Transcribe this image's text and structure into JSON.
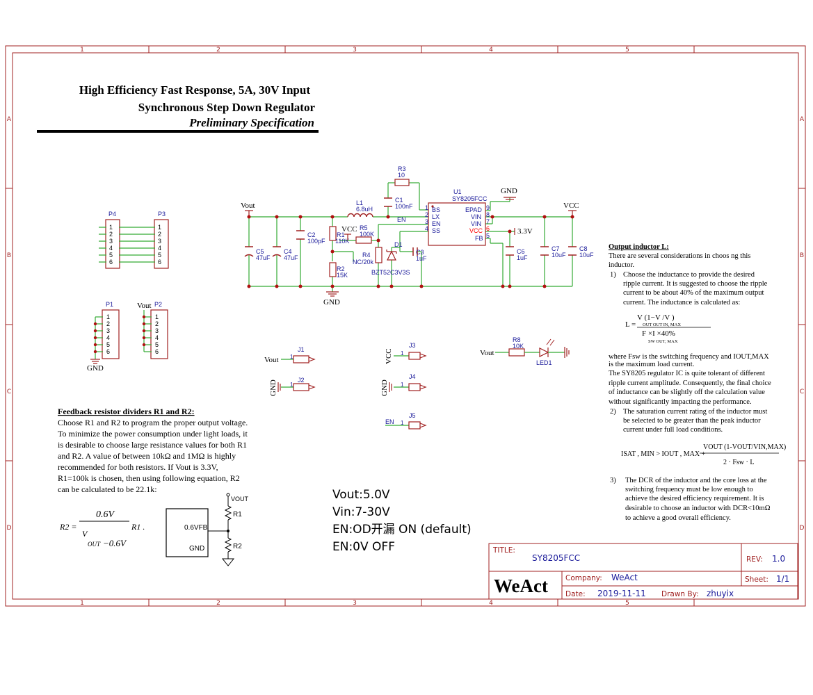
{
  "header": {
    "line1": "High Efficiency Fast Response,   5A, 30V Input",
    "line2": "Synchronous Step Down Regulator",
    "line3": "Preliminary Specification"
  },
  "frame": {
    "cols": [
      "1",
      "2",
      "3",
      "4",
      "5"
    ],
    "rows": [
      "A",
      "B",
      "C",
      "D"
    ]
  },
  "components": {
    "u1": {
      "ref": "U1",
      "value": "SY8205FCC",
      "pins_left": [
        "1 BS",
        "2 LX",
        "3 EN",
        "4 SS"
      ],
      "pins_right": [
        "EPAD 9",
        "VIN 8",
        "VIN 7",
        "VCC 6",
        "FB 5"
      ]
    },
    "r3": {
      "ref": "R3",
      "value": "10"
    },
    "c1": {
      "ref": "C1",
      "value": "100nF"
    },
    "l1": {
      "ref": "L1",
      "value": "6.8uH"
    },
    "r1": {
      "ref": "R1",
      "value": "110K"
    },
    "r2": {
      "ref": "R2",
      "value": "15K"
    },
    "r5": {
      "ref": "R5",
      "value": "100K"
    },
    "r4": {
      "ref": "R4",
      "value": "NC/20k"
    },
    "d1": {
      "ref": "D1",
      "value": "BZT52C3V3S"
    },
    "c2": {
      "ref": "C2",
      "value": "100pF"
    },
    "c3": {
      "ref": "C3",
      "value": "1uF"
    },
    "c4": {
      "ref": "C4",
      "value": "47uF"
    },
    "c5": {
      "ref": "C5",
      "value": "47uF"
    },
    "c6": {
      "ref": "C6",
      "value": "1uF"
    },
    "c7": {
      "ref": "C7",
      "value": "10uF"
    },
    "c8": {
      "ref": "C8",
      "value": "10uF"
    },
    "r8": {
      "ref": "R8",
      "value": "10K"
    },
    "led1": {
      "ref": "LED1"
    },
    "p1": {
      "ref": "P1"
    },
    "p2": {
      "ref": "P2"
    },
    "p3": {
      "ref": "P3"
    },
    "p4": {
      "ref": "P4"
    },
    "j1": {
      "ref": "J1"
    },
    "j2": {
      "ref": "J2"
    },
    "j3": {
      "ref": "J3"
    },
    "j4": {
      "ref": "J4"
    },
    "j5": {
      "ref": "J5"
    }
  },
  "nets": {
    "vout": "Vout",
    "vcc": "VCC",
    "gnd": "GND",
    "en": "EN",
    "v33": "3.3V"
  },
  "pin_numbers": [
    "1",
    "2",
    "3",
    "4",
    "5",
    "6"
  ],
  "notes": {
    "specs": [
      "Vout:5.0V",
      "Vin:7-30V",
      "EN:OD开漏 ON (default)",
      "EN:0V OFF"
    ]
  },
  "feedback": {
    "title": "Feedback resistor dividers R1 and R2:",
    "lines": [
      "Choose R1 and R2 to program the proper output voltage.",
      "To minimize the power consumption under light loads, it",
      "is desirable to choose large resistance values for both R1",
      "and R2. A value of between 10kΩ and 1MΩ is highly",
      "recommended for both resistors. If Vout is 3.3V,",
      "R1=100k is chosen, then using following equation, R2",
      "can be calculated to be 22.1k:"
    ],
    "eq_r2": "R2 =",
    "eq_num": "0.6V",
    "eq_den_v": "V",
    "eq_den_out": "OUT",
    "eq_den_rest": "−0.6V",
    "eq_r1": "R1 .",
    "box_fb": "0.6VFB",
    "box_gnd": "GND",
    "vout_label": "VOUT",
    "r1_label": "R1",
    "r2_label": "R2"
  },
  "inductor": {
    "title": "Output inductor L:",
    "intro1": "There are several considerations in choos ng this",
    "intro2": "inductor.",
    "p1_num": "1)",
    "p1_lines": [
      "Choose the inductance to provide the desired",
      "ripple current. It is suggested to choose the ripple",
      "current to be about 40% of the maximum output",
      "current. The inductance is calculated as:"
    ],
    "eq1_l": "L =",
    "eq1_num": "V     (1−V     /V        )",
    "eq1_num_sub": "OUT         OUT     IN, MAX",
    "eq1_den": "F     ×I           ×40%",
    "eq1_den_sub": "SW      OUT, MAX",
    "where_lines": [
      "where Fsw is the switching frequency and IOUT,MAX",
      "is the maximum load current.",
      "The SY8205 regulator IC is quite tolerant of different",
      "ripple current amplitude. Consequently, the final choice",
      "of inductance can be slightly off the calculation value",
      "without significantly impacting the performance."
    ],
    "p2_num": "2)",
    "p2_lines": [
      "The saturation current rating of the inductor must",
      "be selected to be greater than the peak inductor",
      "current under full load conditions."
    ],
    "eq2_lhs": "ISAT , MIN > IOUT , MAX +",
    "eq2_num": "VOUT (1-VOUT/VIN,MAX)",
    "eq2_den": "2 · Fsw · L",
    "p3_num": "3)",
    "p3_lines": [
      "The DCR of the inductor and the core loss at the",
      "switching frequency must be low enough to",
      "achieve the desired efficiency requirement. It is",
      "desirable to choose an inductor with DCR<10mΩ",
      "to achieve a good overall efficiency."
    ]
  },
  "title_block": {
    "title_label": "TITLE:",
    "title_value": "SY8205FCC",
    "rev_label": "REV:",
    "rev_value": "1.0",
    "logo": "WeAct",
    "company_label": "Company:",
    "company_value": "WeAct",
    "sheet_label": "Sheet:",
    "sheet_value": "1/1",
    "date_label": "Date:",
    "date_value": "2019-11-11",
    "drawn_label": "Drawn By:",
    "drawn_value": "zhuyix"
  },
  "colors": {
    "frame": "#a02020",
    "wire": "#33aa33",
    "part": "#a02020",
    "refdes": "#1a1a9a",
    "pin_red": "#ff0000",
    "text": "#000000",
    "junction": "#b01010"
  }
}
